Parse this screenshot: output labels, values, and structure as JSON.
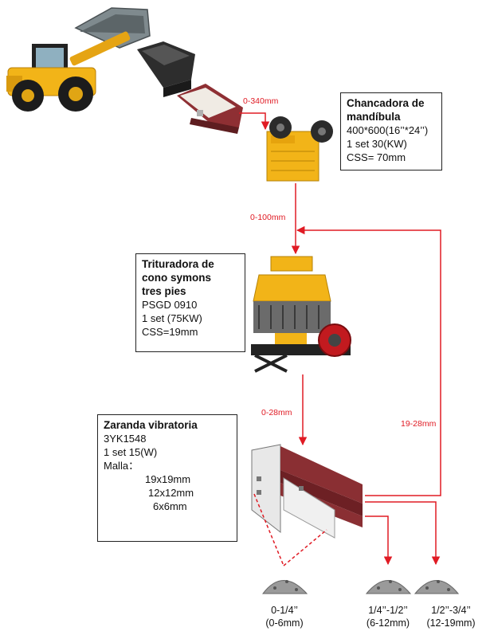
{
  "jaw_box": {
    "title_line1": "Chancadora de",
    "title_line2": "mandíbula",
    "model": "400*600(16’’*24’’)",
    "power": "1 set 30(KW)",
    "css": "CSS= 70mm"
  },
  "cone_box": {
    "title_line1": "Trituradora de",
    "title_line2": "cono symons",
    "title_line3": "tres pies",
    "model": "PSGD 0910",
    "power": "1 set  (75KW)",
    "css": "CSS=19mm"
  },
  "screen_box": {
    "title": "Zaranda vibratoria",
    "model": "3YK1548",
    "power": "1 set  15(W)",
    "mesh_label": "Malla：",
    "mesh": [
      "19x19mm",
      "12x12mm",
      "6x6mm"
    ]
  },
  "flows": {
    "feed_to_jaw": "0-340mm",
    "jaw_to_cone": "0-100mm",
    "cone_to_screen": "0-28mm",
    "return_to_cone": "19-28mm"
  },
  "products": [
    {
      "line1": "0-1/4’’",
      "line2": "(0-6mm)"
    },
    {
      "line1": "1/4’’-1/2’’",
      "line2": "(6-12mm)"
    },
    {
      "line1": "1/2’’-3/4’’",
      "line2": "(12-19mm)"
    }
  ],
  "colors": {
    "flow_line": "#e01b24",
    "machine_yellow": "#f2b418",
    "screen_body": "#8a2f33",
    "crusher_wheel": "#c21a1f"
  },
  "icons": [
    "wheel-loader-icon",
    "feed-hopper-icon",
    "vibrating-feeder-icon",
    "jaw-crusher-icon",
    "cone-crusher-icon",
    "vibrating-screen-icon",
    "stone-pile-icon"
  ]
}
